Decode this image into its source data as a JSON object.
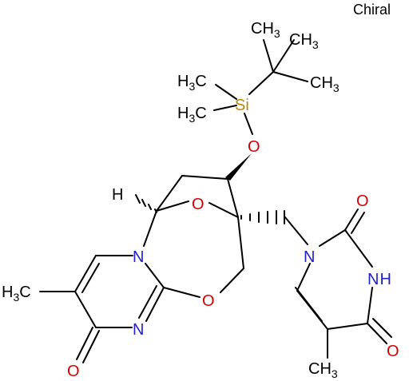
{
  "annotation": "Chiral",
  "colors": {
    "oxygen": "#d40000",
    "nitrogen": "#2222cc",
    "silicon": "#b8860b",
    "carbon": "#000000"
  },
  "labels": {
    "si": "Si",
    "o_silyl": "O",
    "o_bridge": "O",
    "o_ring": "O",
    "o_carbonyl_left": "O",
    "o_carbonyl_upper": "O",
    "o_carbonyl_lower": "O",
    "n_bridgehead": "N",
    "n_imine": "N",
    "n_thymine_1": "N",
    "n_thymine_3": "N",
    "h_stereo": "H",
    "methyl_top_1": "CH",
    "methyl_top_1_sub": "3",
    "methyl_top_2": "CH",
    "methyl_top_2_sub": "3",
    "methyl_tbu_right": "CH",
    "methyl_tbu_right_sub": "3",
    "methyl_si_upper": "H",
    "methyl_si_upper_sub": "3",
    "methyl_si_upper_c": "C",
    "methyl_si_lower": "H",
    "methyl_si_lower_sub": "3",
    "methyl_si_lower_c": "C",
    "methyl_left": "H",
    "methyl_left_sub": "3",
    "methyl_left_c": "C",
    "methyl_bottom": "CH",
    "methyl_bottom_sub": "3"
  }
}
